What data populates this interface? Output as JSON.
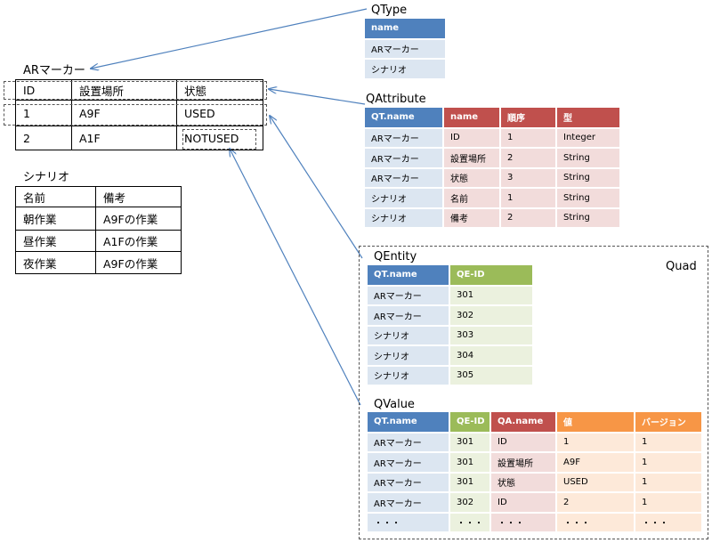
{
  "ar_marker": {
    "title": "ARマーカー",
    "rows": [
      [
        "ID",
        "設置場所",
        "状態"
      ],
      [
        "1",
        "A9F",
        "USED"
      ],
      [
        "2",
        "A1F",
        "NOTUSED"
      ]
    ]
  },
  "scenario": {
    "title": "シナリオ",
    "rows": [
      [
        "名前",
        "備考"
      ],
      [
        "朝作業",
        "A9Fの作業"
      ],
      [
        "昼作業",
        "A1Fの作業"
      ],
      [
        "夜作業",
        "A9Fの作業"
      ]
    ]
  },
  "qtype": {
    "title": "QType",
    "header": [
      "name"
    ],
    "rows": [
      [
        "ARマーカー"
      ],
      [
        "シナリオ"
      ]
    ]
  },
  "qattribute": {
    "title": "QAttribute",
    "header": [
      "QT.name",
      "name",
      "順序",
      "型"
    ],
    "rows": [
      [
        "ARマーカー",
        "ID",
        "1",
        "Integer"
      ],
      [
        "ARマーカー",
        "設置場所",
        "2",
        "String"
      ],
      [
        "ARマーカー",
        "状態",
        "3",
        "String"
      ],
      [
        "シナリオ",
        "名前",
        "1",
        "String"
      ],
      [
        "シナリオ",
        "備考",
        "2",
        "String"
      ]
    ]
  },
  "quad": {
    "label": "Quad"
  },
  "qentity": {
    "title": "QEntity",
    "header": [
      "QT.name",
      "QE-ID"
    ],
    "rows": [
      [
        "ARマーカー",
        "301"
      ],
      [
        "ARマーカー",
        "302"
      ],
      [
        "シナリオ",
        "303"
      ],
      [
        "シナリオ",
        "304"
      ],
      [
        "シナリオ",
        "305"
      ]
    ]
  },
  "qvalue": {
    "title": "QValue",
    "header": [
      "QT.name",
      "QE-ID",
      "QA.name",
      "値",
      "バージョン"
    ],
    "rows": [
      [
        "ARマーカー",
        "301",
        "ID",
        "1",
        "1"
      ],
      [
        "ARマーカー",
        "301",
        "設置場所",
        "A9F",
        "1"
      ],
      [
        "ARマーカー",
        "301",
        "状態",
        "USED",
        "1"
      ],
      [
        "ARマーカー",
        "302",
        "ID",
        "2",
        "1"
      ],
      [
        "・・・",
        "・・・",
        "・・・",
        "・・・",
        "・・・"
      ]
    ]
  },
  "colors": {
    "blue": "#4f81bd",
    "red": "#c0504d",
    "green": "#9bbb59",
    "orange": "#f79646",
    "light_blue": "#dce6f1",
    "light_red": "#f2dcdb",
    "light_green": "#ebf1de",
    "light_orange": "#fde9d9"
  }
}
